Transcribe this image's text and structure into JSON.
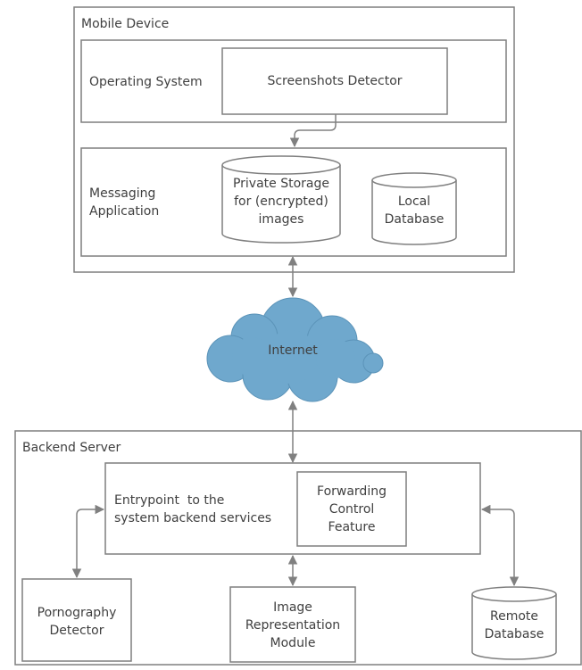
{
  "mobile_device": {
    "title": "Mobile Device",
    "operating_system": {
      "label": "Operating System",
      "screenshots_detector": "Screenshots Detector"
    },
    "messaging_application": {
      "label_line1": "Messaging",
      "label_line2": "Application",
      "private_storage": [
        "Private Storage",
        "for (encrypted)",
        "images"
      ],
      "local_database": [
        "Local",
        "Database"
      ]
    }
  },
  "internet": {
    "label": "Internet",
    "color": "#6fa8cd"
  },
  "backend_server": {
    "title": "Backend Server",
    "entrypoint": [
      "Entrypoint  to the",
      "system backend services"
    ],
    "forwarding_control": [
      "Forwarding",
      "Control",
      "Feature"
    ],
    "pornography_detector": [
      "Pornography",
      "Detector"
    ],
    "image_representation": [
      "Image",
      "Representation",
      "Module"
    ],
    "remote_database": [
      "Remote",
      "Database"
    ]
  },
  "colors": {
    "line": "#7f7f7f",
    "arrow": "#808080"
  }
}
